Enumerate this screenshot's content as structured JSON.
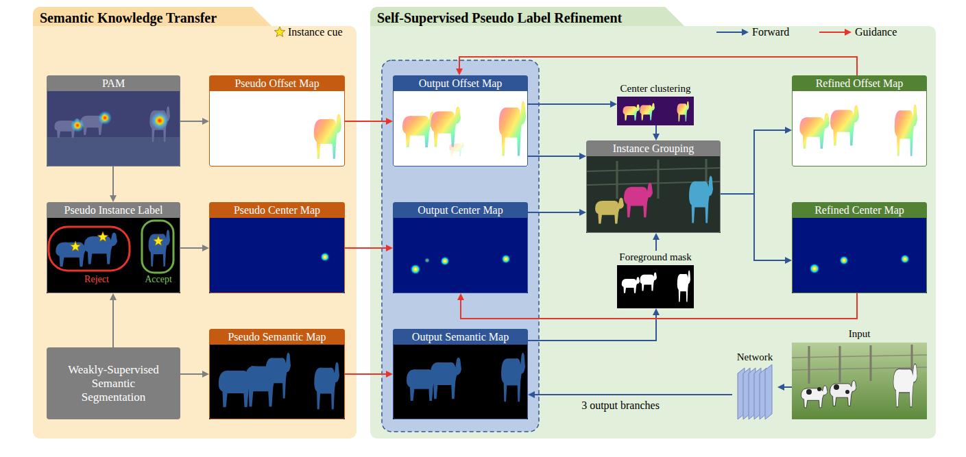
{
  "diagram": {
    "nodes": [
      {
        "text": [
          "Semantic Knowledge Transfer"
        ]
      },
      {
        "text": [
          "PAM"
        ],
        "in": 0
      },
      {
        "text": [
          "Pseudo Offset Map"
        ],
        "in": 0
      },
      {
        "text": [
          "Pseudo Instance Label",
          "Reject",
          "Accept"
        ],
        "in": 0
      },
      {
        "text": [
          "Pseudo Center Map"
        ],
        "in": 0
      },
      {
        "text": [
          "Weakly-Supervised Semantic Segmentation"
        ],
        "in": 0
      },
      {
        "text": [
          "Pseudo Semantic Map"
        ],
        "in": 0
      },
      {
        "text": [
          "Self-Supervised Pseudo Label Refinement"
        ]
      },
      {
        "text": [
          "Output Offset Map"
        ],
        "in": 7
      },
      {
        "text": [
          "Output Center Map"
        ],
        "in": 7
      },
      {
        "text": [
          "Output Semantic Map"
        ],
        "in": 7
      },
      {
        "text": [
          "Center clustering"
        ],
        "in": 7
      },
      {
        "text": [
          "Instance Grouping"
        ],
        "in": 7
      },
      {
        "text": [
          "Foreground mask"
        ],
        "in": 7
      },
      {
        "text": [
          "Refined Offset Map"
        ],
        "in": 7
      },
      {
        "text": [
          "Refined Center Map"
        ],
        "in": 7
      },
      {
        "text": [
          "Network"
        ],
        "in": 7
      },
      {
        "text": [
          "Input"
        ],
        "in": 7
      }
    ],
    "edges": [
      {
        "from": 1,
        "to": 2,
        "arrow": "to"
      },
      {
        "from": 1,
        "to": 3,
        "arrow": "to"
      },
      {
        "from": 3,
        "to": 4,
        "arrow": "to"
      },
      {
        "from": 5,
        "to": 3,
        "arrow": "to"
      },
      {
        "from": 5,
        "to": 6,
        "arrow": "to"
      },
      {
        "from": 2,
        "to": 8,
        "arrow": "to"
      },
      {
        "from": 4,
        "to": 9,
        "arrow": "to"
      },
      {
        "from": 6,
        "to": 10,
        "arrow": "to"
      },
      {
        "from": 8,
        "to": 11,
        "arrow": "to"
      },
      {
        "from": 8,
        "to": 12,
        "arrow": "to"
      },
      {
        "from": 11,
        "to": 12,
        "arrow": "to"
      },
      {
        "from": 9,
        "to": 12,
        "arrow": "to"
      },
      {
        "from": 13,
        "to": 12,
        "arrow": "to"
      },
      {
        "from": 10,
        "to": 13,
        "arrow": "to"
      },
      {
        "from": 12,
        "to": 14,
        "arrow": "to"
      },
      {
        "from": 12,
        "to": 15,
        "arrow": "to"
      },
      {
        "from": 15,
        "to": 9,
        "arrow": "to"
      },
      {
        "from": 14,
        "to": 8,
        "arrow": "to"
      },
      {
        "from": 17,
        "to": 16,
        "arrow": "to"
      },
      {
        "from": 16,
        "to": 10,
        "arrow": "to",
        "label": "3 output branches"
      }
    ],
    "legend": [
      {
        "text": "Instance cue"
      },
      {
        "text": "Forward"
      },
      {
        "text": "Guidance"
      }
    ]
  }
}
